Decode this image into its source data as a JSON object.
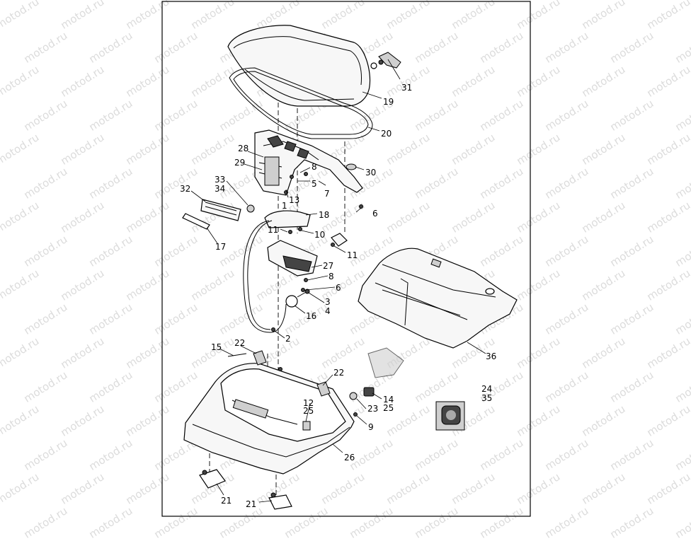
{
  "watermark": "motod.ru",
  "callouts": [
    {
      "id": "c31",
      "text": "31"
    },
    {
      "id": "c19",
      "text": "19"
    },
    {
      "id": "c20",
      "text": "20"
    },
    {
      "id": "c28",
      "text": "28"
    },
    {
      "id": "c29",
      "text": "29"
    },
    {
      "id": "c8a",
      "text": "8"
    },
    {
      "id": "c30",
      "text": "30"
    },
    {
      "id": "c5",
      "text": "5"
    },
    {
      "id": "c33",
      "text": "33"
    },
    {
      "id": "c34",
      "text": "34"
    },
    {
      "id": "c7",
      "text": "7"
    },
    {
      "id": "c32",
      "text": "32"
    },
    {
      "id": "c13",
      "text": "13"
    },
    {
      "id": "c1",
      "text": "1"
    },
    {
      "id": "c6a",
      "text": "6"
    },
    {
      "id": "c18",
      "text": "18"
    },
    {
      "id": "c11a",
      "text": "11"
    },
    {
      "id": "c10",
      "text": "10"
    },
    {
      "id": "c17",
      "text": "17"
    },
    {
      "id": "c11b",
      "text": "11"
    },
    {
      "id": "c27",
      "text": "27"
    },
    {
      "id": "c8b",
      "text": "8"
    },
    {
      "id": "c6b",
      "text": "6"
    },
    {
      "id": "c3",
      "text": "3"
    },
    {
      "id": "c4",
      "text": "4"
    },
    {
      "id": "c16",
      "text": "16"
    },
    {
      "id": "c2",
      "text": "2"
    },
    {
      "id": "c36",
      "text": "36"
    },
    {
      "id": "c22a",
      "text": "22"
    },
    {
      "id": "c15",
      "text": "15"
    },
    {
      "id": "c22b",
      "text": "22"
    },
    {
      "id": "c24",
      "text": "24"
    },
    {
      "id": "c35",
      "text": "35"
    },
    {
      "id": "c14",
      "text": "14"
    },
    {
      "id": "c12",
      "text": "12"
    },
    {
      "id": "c23",
      "text": "23"
    },
    {
      "id": "c25a",
      "text": "25"
    },
    {
      "id": "c25b",
      "text": "25"
    },
    {
      "id": "c9",
      "text": "9"
    },
    {
      "id": "c26",
      "text": "26"
    },
    {
      "id": "c21a",
      "text": "21"
    },
    {
      "id": "c21b",
      "text": "21"
    }
  ]
}
